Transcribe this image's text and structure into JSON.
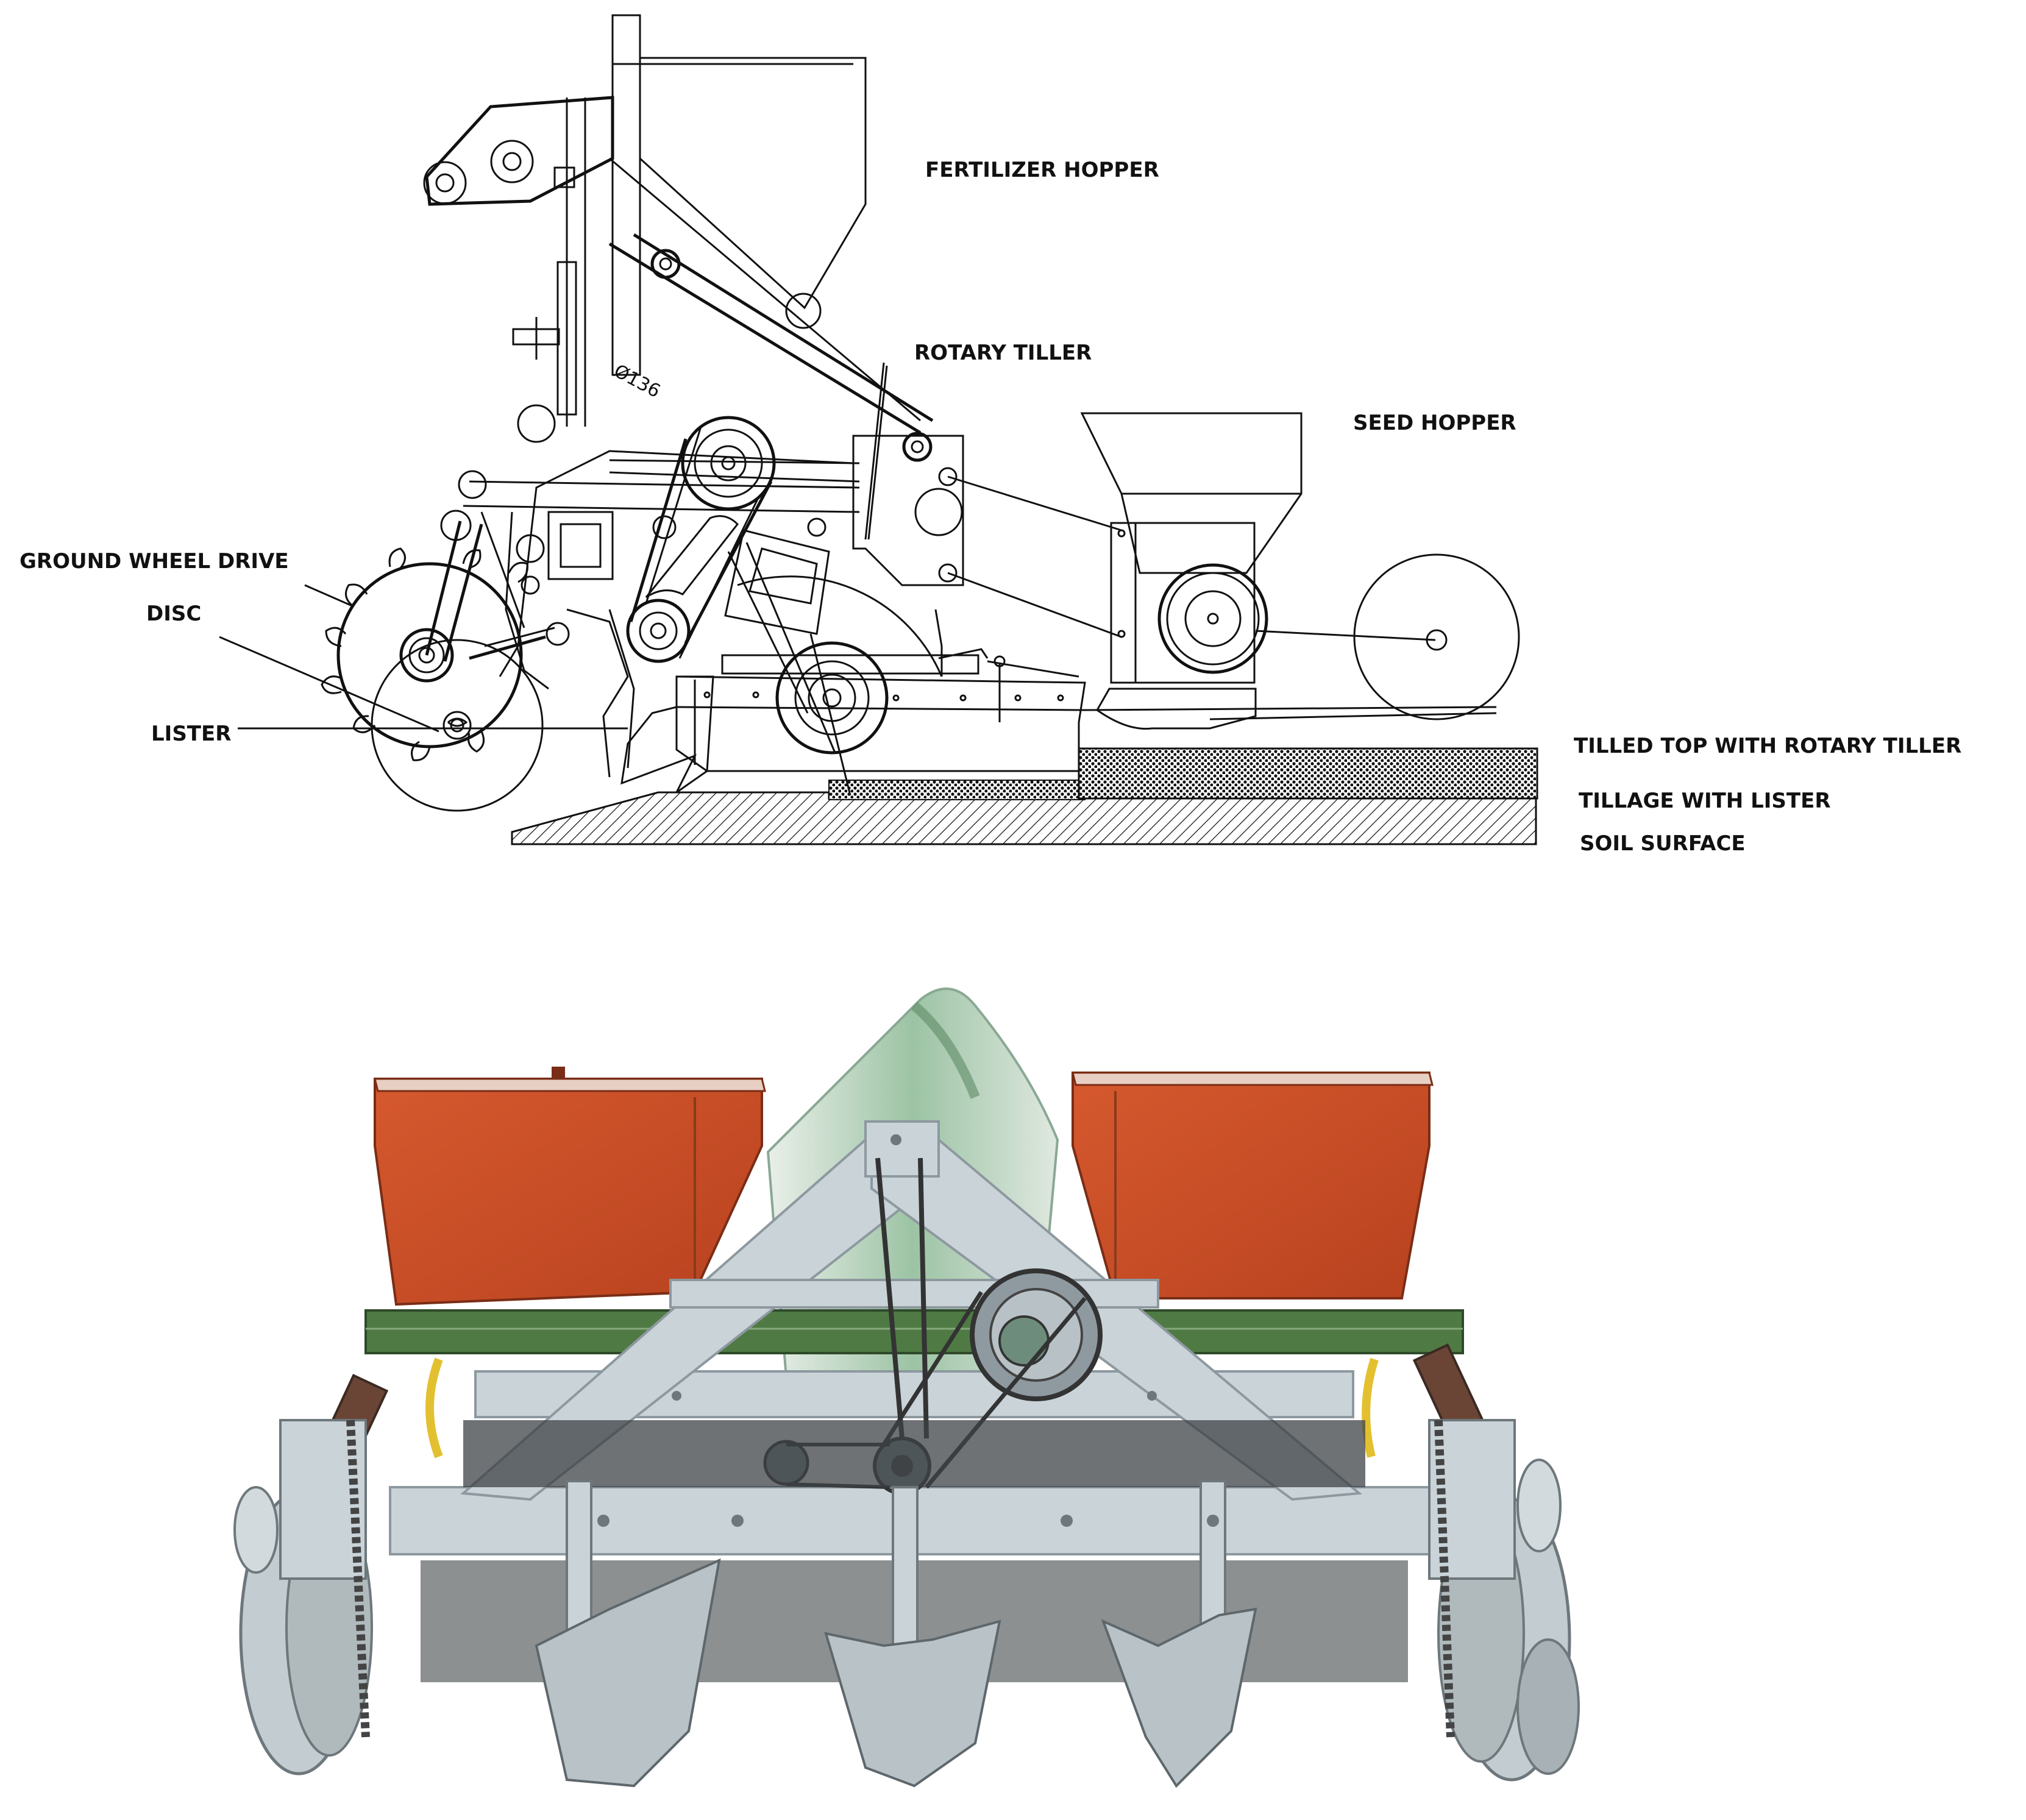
{
  "diagram": {
    "labels": {
      "fertilizer_hopper": "FERTILIZER HOPPER",
      "rotary_tiller": "ROTARY TILLER",
      "seed_hopper": "SEED HOPPER",
      "ground_wheel_drive": "GROUND WHEEL DRIVE",
      "disc": "DISC",
      "lister": "LISTER",
      "tilled_top": "TILLED TOP WITH ROTARY TILLER",
      "tillage_lister": "TILLAGE WITH LISTER",
      "soil_surface": "SOIL SURFACE"
    },
    "dimension_text": "Ø136"
  },
  "photo": {
    "hopper_color": "#c9502a",
    "frame_color": "#c9d3d8",
    "rail_color": "#4f7a44"
  }
}
